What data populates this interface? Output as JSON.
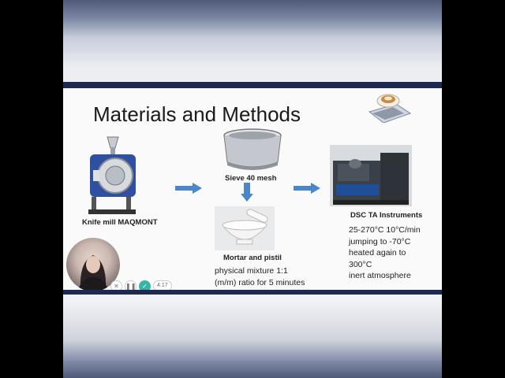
{
  "slide": {
    "title": "Materials and Methods",
    "knife_mill_caption": "Knife mill MAQMONT",
    "sieve_caption": "Sieve 40 mesh",
    "mortar_caption": "Mortar and pistil",
    "mortar_note": "physical mixture 1:1\n(m/m) ratio for 5 minutes",
    "dsc_caption": "DSC TA Instruments",
    "dsc_note": "25-270°C  10°C/min\njumping to -70°C\nheated again to\n300°C\ninert atmosphere"
  },
  "player": {
    "close_icon": "close-icon",
    "pause_icon": "pause-icon",
    "check_icon": "check-icon",
    "time": "4:17"
  },
  "colors": {
    "dark_band": "#1b2a4e",
    "arrow": "#4a86c8",
    "accent": "#36b6a6"
  }
}
